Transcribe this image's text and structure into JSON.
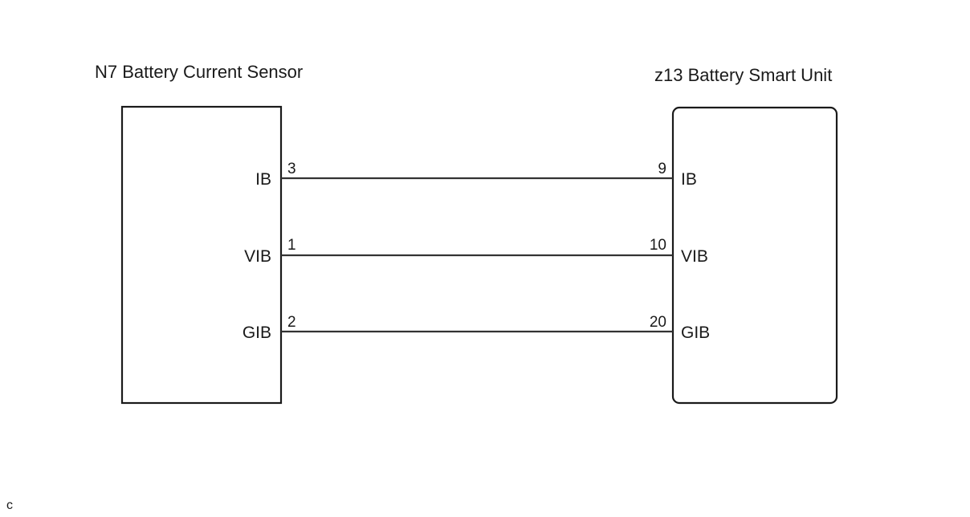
{
  "components": {
    "left": {
      "title": "N7 Battery Current Sensor"
    },
    "right": {
      "title": "z13 Battery Smart Unit"
    }
  },
  "connections": [
    {
      "name": "IB",
      "left_pin": "3",
      "right_pin": "9",
      "right_name": "IB"
    },
    {
      "name": "VIB",
      "left_pin": "1",
      "right_pin": "10",
      "right_name": "VIB"
    },
    {
      "name": "GIB",
      "left_pin": "2",
      "right_pin": "20",
      "right_name": "GIB"
    }
  ],
  "corner_mark": "c"
}
